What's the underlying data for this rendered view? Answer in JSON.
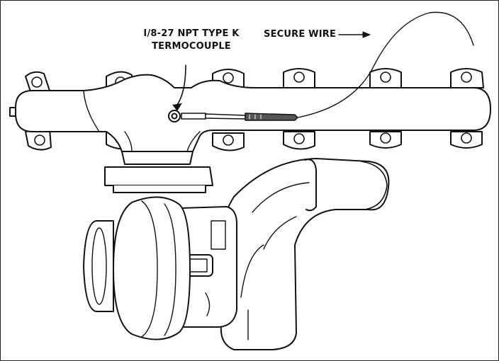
{
  "labels": {
    "thermocouple_line1": "I/8-27 NPT TYPE K",
    "thermocouple_line2": "TERMOCOUPLE",
    "secure_wire": "SECURE WIRE"
  },
  "colors": {
    "line": "#111111",
    "fill": "#ffffff"
  },
  "icons": {
    "thermocouple_arrow": "arrow-down-left",
    "secure_wire_arrow": "arrow-right"
  }
}
